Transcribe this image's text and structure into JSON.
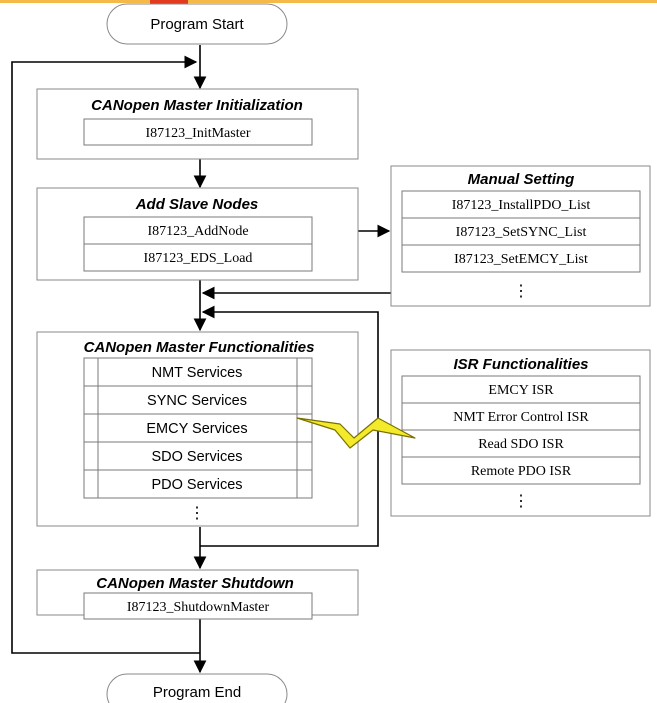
{
  "terminals": {
    "start": "Program Start",
    "end": "Program End"
  },
  "init": {
    "title": "CANopen Master Initialization",
    "items": [
      "I87123_InitMaster"
    ]
  },
  "add_slave": {
    "title": "Add Slave Nodes",
    "items": [
      "I87123_AddNode",
      "I87123_EDS_Load"
    ]
  },
  "manual": {
    "title": "Manual Setting",
    "items": [
      "I87123_InstallPDO_List",
      "I87123_SetSYNC_List",
      "I87123_SetEMCY_List"
    ],
    "ellipsis": "⋮"
  },
  "functionalities": {
    "title": "CANopen Master Functionalities",
    "items": [
      "NMT Services",
      "SYNC Services",
      "EMCY Services",
      "SDO Services",
      "PDO Services"
    ],
    "ellipsis": "⋮"
  },
  "isr": {
    "title": "ISR Functionalities",
    "items": [
      "EMCY ISR",
      "NMT Error Control ISR",
      "Read SDO ISR",
      "Remote PDO ISR"
    ],
    "ellipsis": "⋮"
  },
  "shutdown": {
    "title": "CANopen Master Shutdown",
    "items": [
      "I87123_ShutdownMaster"
    ]
  },
  "colors": {
    "header_bar": "#f5b94a",
    "header_bar_accent": "#e23a1e",
    "lightning_fill": "#f2ea2a",
    "lightning_stroke": "#7a7000",
    "box_border": "#8a8a8a"
  }
}
